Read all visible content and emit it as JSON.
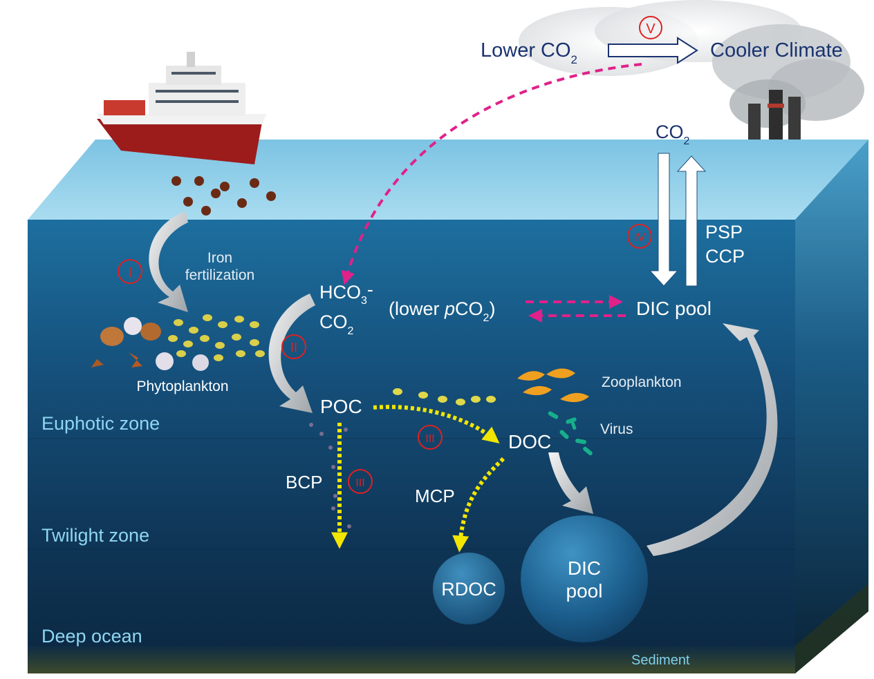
{
  "top": {
    "lower_co2": "Lower CO",
    "lower_co2_sub": "2",
    "cooler_climate": "Cooler Climate",
    "numeral_v": "V"
  },
  "surface": {
    "co2": "CO",
    "co2_sub": "2"
  },
  "labels": {
    "iron": "Iron",
    "fertilization": "fertilization",
    "phytoplankton": "Phytoplankton",
    "hco3": "HCO",
    "hco3_sub": "3",
    "hco3_suffix": "-",
    "co2b": "CO",
    "co2b_sub": "2",
    "lower_open": "(lower ",
    "lower_p": "p",
    "lower_co": "CO",
    "lower_sub": "2",
    "lower_close": ")",
    "dic_pool": "DIC pool",
    "psp": "PSP",
    "ccp": "CCP",
    "poc": "POC",
    "doc": "DOC",
    "bcp": "BCP",
    "mcp": "MCP",
    "zooplankton": "Zooplankton",
    "virus": "Virus",
    "rdoc": "RDOC",
    "dic_bubble_1": "DIC",
    "dic_bubble_2": "pool",
    "sediment": "Sediment"
  },
  "zones": {
    "euphotic": "Euphotic zone",
    "twilight": "Twilight zone",
    "deep": "Deep ocean"
  },
  "numerals": {
    "i": "I",
    "ii": "II",
    "iii_a": "III",
    "iii_b": "III",
    "iv": "IV"
  },
  "colors": {
    "ocean_surface": "#8ccbe6",
    "ocean_top": "#1f6f9e",
    "ocean_deep": "#0c2a45",
    "magenta_arrow": "#e0218a",
    "yellow_arrow": "#f2e600",
    "numeral_red": "#e02020",
    "title_navy": "#1a3370"
  }
}
